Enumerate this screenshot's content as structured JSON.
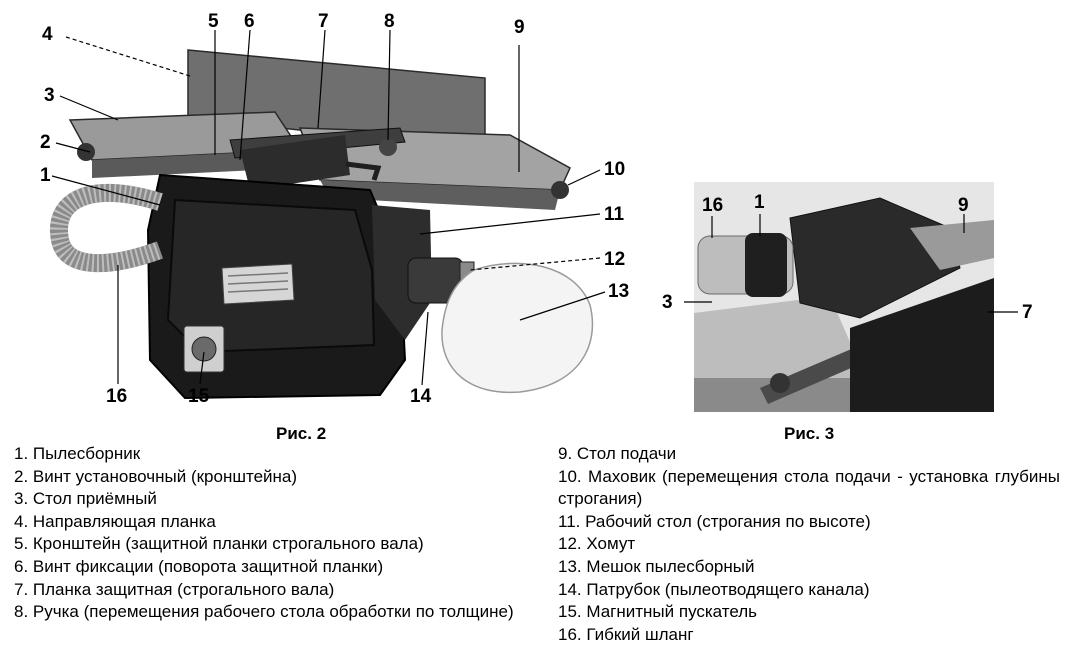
{
  "figure2": {
    "caption": "Рис. 2",
    "callouts": [
      "1",
      "2",
      "3",
      "4",
      "5",
      "6",
      "7",
      "8",
      "9",
      "10",
      "11",
      "12",
      "13",
      "14",
      "15",
      "16"
    ]
  },
  "figure3": {
    "caption": "Рис. 3",
    "callouts": [
      "16",
      "1",
      "9",
      "3",
      "7"
    ]
  },
  "legend": {
    "left": [
      "1. Пылесборник",
      "2. Винт установочный (кронштейна)",
      "3. Стол приёмный",
      "4. Направляющая планка",
      "5. Кронштейн (защитной планки строгального вала)",
      "6. Винт фиксации (поворота защитной планки)",
      "7. Планка защитная (строгального вала)",
      "8. Ручка (перемещения рабочего стола обработки по толщине)"
    ],
    "right": [
      "9. Стол подачи",
      "10. Маховик (перемещения стола подачи - установка глубины строгания)",
      "11. Рабочий стол (строгания по высоте)",
      "12. Хомут",
      "13. Мешок пылесборный",
      "14. Патрубок (пылеотводящего канала)",
      "15. Магнитный пускатель",
      "16. Гибкий шланг"
    ]
  }
}
